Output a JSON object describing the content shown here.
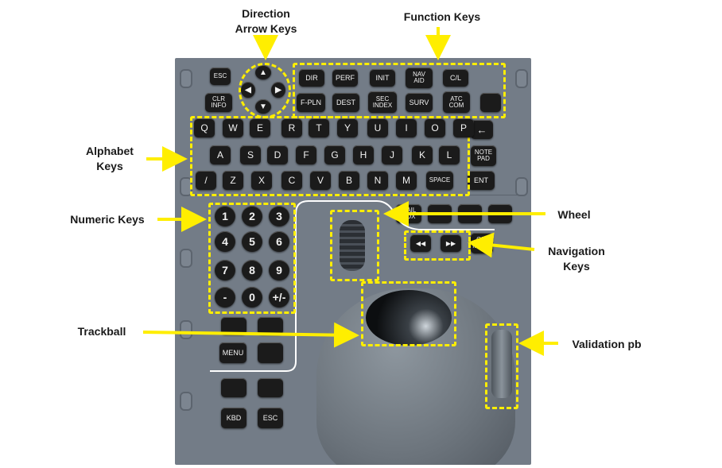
{
  "labels": {
    "direction_arrow_keys": [
      "Direction",
      "Arrow Keys"
    ],
    "function_keys": "Function Keys",
    "alphabet_keys": [
      "Alphabet",
      "Keys"
    ],
    "numeric_keys": "Numeric Keys",
    "wheel": "Wheel",
    "navigation_keys": [
      "Navigation",
      "Keys"
    ],
    "trackball": "Trackball",
    "validation_pb": "Validation pb"
  },
  "keys": {
    "esc_top": "ESC",
    "clr_info": [
      "CLR",
      "INFO"
    ],
    "arrows": [
      "▲",
      "◀",
      "▶",
      "▼"
    ],
    "function_row1": [
      "DIR",
      "PERF",
      "INIT",
      "NAV\nAID",
      "C/L"
    ],
    "function_row2": [
      "F-PLN",
      "DEST",
      "SEC\nINDEX",
      "SURV",
      "ATC\nCOM"
    ],
    "alpha_row1": [
      "Q",
      "W",
      "E",
      "R",
      "T",
      "Y",
      "U",
      "I",
      "O",
      "P"
    ],
    "alpha_row2": [
      "A",
      "S",
      "D",
      "F",
      "G",
      "H",
      "J",
      "K",
      "L"
    ],
    "alpha_row3": [
      "/",
      "Z",
      "X",
      "C",
      "V",
      "B",
      "N",
      "M",
      "SPACE"
    ],
    "backspace": "←",
    "note_pad": [
      "NOTE",
      "PAD"
    ],
    "ent": "ENT",
    "numeric": [
      "1",
      "2",
      "3",
      "4",
      "5",
      "6",
      "7",
      "8",
      "9",
      "-",
      "0",
      "+/-"
    ],
    "menu": "MENU",
    "kbd": "KBD",
    "esc_bottom": "ESC",
    "mail_box": [
      "MAIL",
      "BOX"
    ],
    "rewind": "◀◀",
    "fast_forward": "▶▶",
    "ois": [
      "OIS",
      "MENU"
    ]
  },
  "colors": {
    "highlight": "#ffee00",
    "panel": "#737c87",
    "key": "#1b1b1b"
  }
}
